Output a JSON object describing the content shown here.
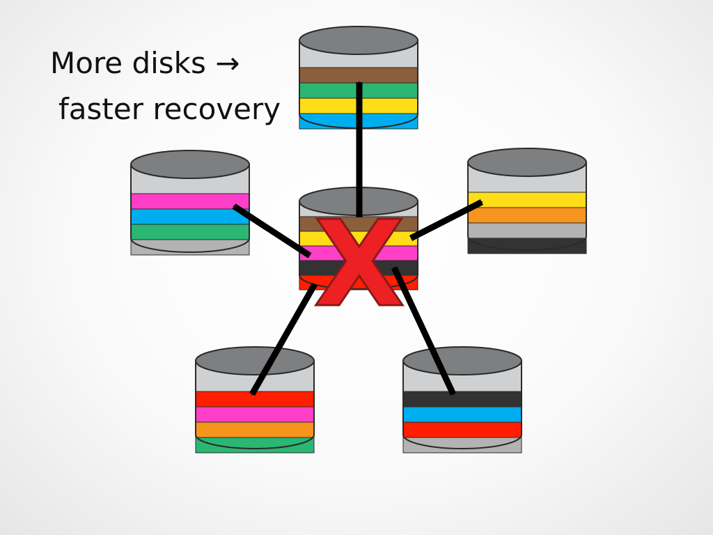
{
  "caption": {
    "line1": "More disks →",
    "line2": "faster recovery"
  },
  "failure_mark": {
    "label": "X",
    "fill": "#ed2024",
    "stroke": "#8a1a1a"
  },
  "colors": {
    "disk_body": "#cfd0d1",
    "disk_top": "#7e7f81",
    "outline": "#2a2a2a",
    "arrow": "#000000",
    "brown": "#8b5e3c",
    "green": "#2bb673",
    "yellow": "#ffde17",
    "blue": "#00aeef",
    "pink": "#ff3fc8",
    "orange": "#f7941d",
    "red": "#ff1e00",
    "black": "#333333",
    "gray": "#b3b3b3"
  },
  "disks": [
    {
      "id": "top-disk",
      "stripes": [
        "brown",
        "green",
        "yellow",
        "blue"
      ]
    },
    {
      "id": "left-disk",
      "stripes": [
        "pink",
        "blue",
        "green",
        "gray"
      ]
    },
    {
      "id": "right-disk",
      "stripes": [
        "yellow",
        "orange",
        "gray",
        "black"
      ]
    },
    {
      "id": "bottom-left-disk",
      "stripes": [
        "red",
        "pink",
        "orange",
        "green"
      ]
    },
    {
      "id": "bottom-right-disk",
      "stripes": [
        "black",
        "blue",
        "red",
        "gray"
      ]
    },
    {
      "id": "failed-disk",
      "stripes": [
        "brown",
        "yellow",
        "pink",
        "black",
        "red"
      ]
    }
  ]
}
